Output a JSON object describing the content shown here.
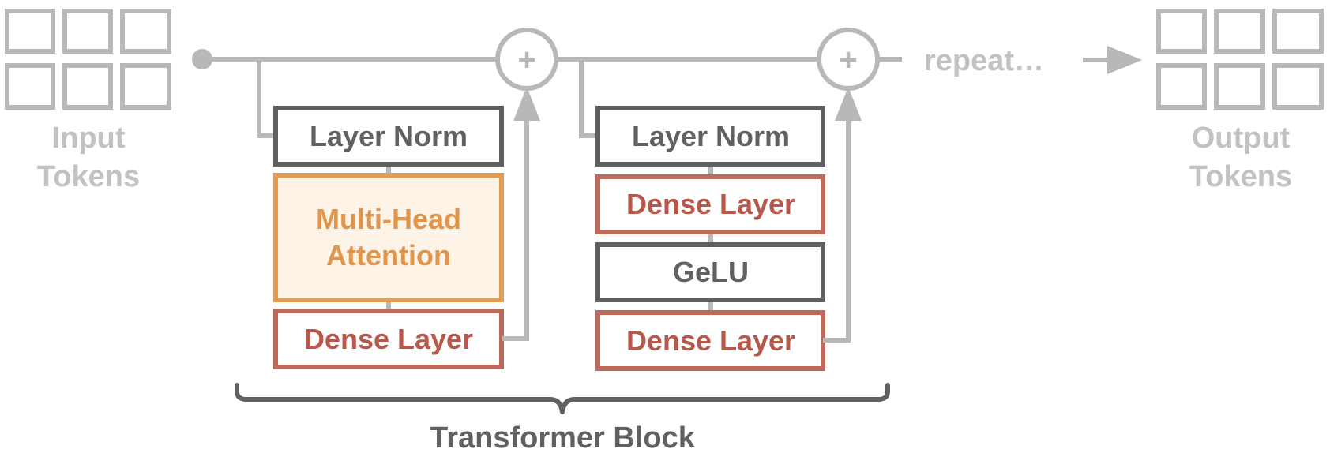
{
  "colors": {
    "flow": "#b8b8b8",
    "dark": "#616161",
    "norm_box": "#5f5f5f",
    "attention_stroke": "#e29d55",
    "attention_fill": "#fdf4e7",
    "attention_text": "#e0954b",
    "dense_stroke": "#bd6a5c",
    "dense_text": "#b8584a",
    "token_label": "#c2c2c2"
  },
  "input_tokens": {
    "line1": "Input",
    "line2": "Tokens"
  },
  "output_tokens": {
    "line1": "Output",
    "line2": "Tokens"
  },
  "attention_block": {
    "layer_norm": "Layer Norm",
    "attention_line1": "Multi-Head",
    "attention_line2": "Attention",
    "dense": "Dense Layer"
  },
  "mlp_block": {
    "layer_norm": "Layer Norm",
    "dense_top": "Dense Layer",
    "activation": "GeLU",
    "dense_bottom": "Dense Layer"
  },
  "plus_symbol": "+",
  "repeat_label": "repeat…",
  "block_label": "Transformer Block"
}
